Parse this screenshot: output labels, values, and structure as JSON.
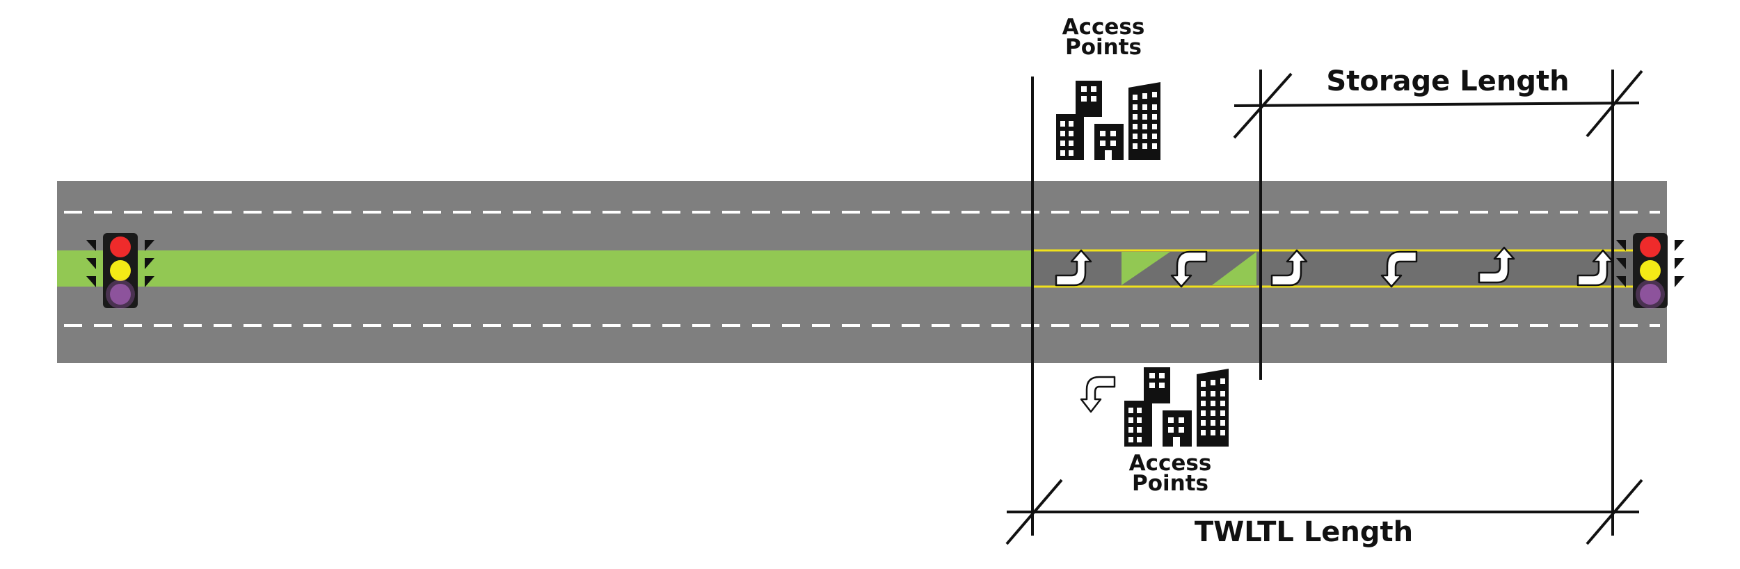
{
  "labels": {
    "access_points_top_line1": "Access",
    "access_points_top_line2": "Points",
    "access_points_bottom_line1": "Access",
    "access_points_bottom_line2": "Points",
    "storage_length": "Storage Length",
    "twltl_length": "TWLTL Length"
  },
  "colors": {
    "road": "#7f7f7f",
    "median_green": "#92c853",
    "twltl_gray": "#6f6f6f",
    "lane_marking": "#ffffff",
    "twltl_edge": "#f1e21b",
    "dimension_line": "#111111",
    "signal_red": "#ef2b2b",
    "signal_yellow": "#f4ea16",
    "signal_off": "#7a4a86",
    "building": "#111111"
  },
  "icons": {
    "traffic_signal": "traffic-signal-icon",
    "buildings": "buildings-icon",
    "turn_arrow": "turn-arrow-icon"
  }
}
